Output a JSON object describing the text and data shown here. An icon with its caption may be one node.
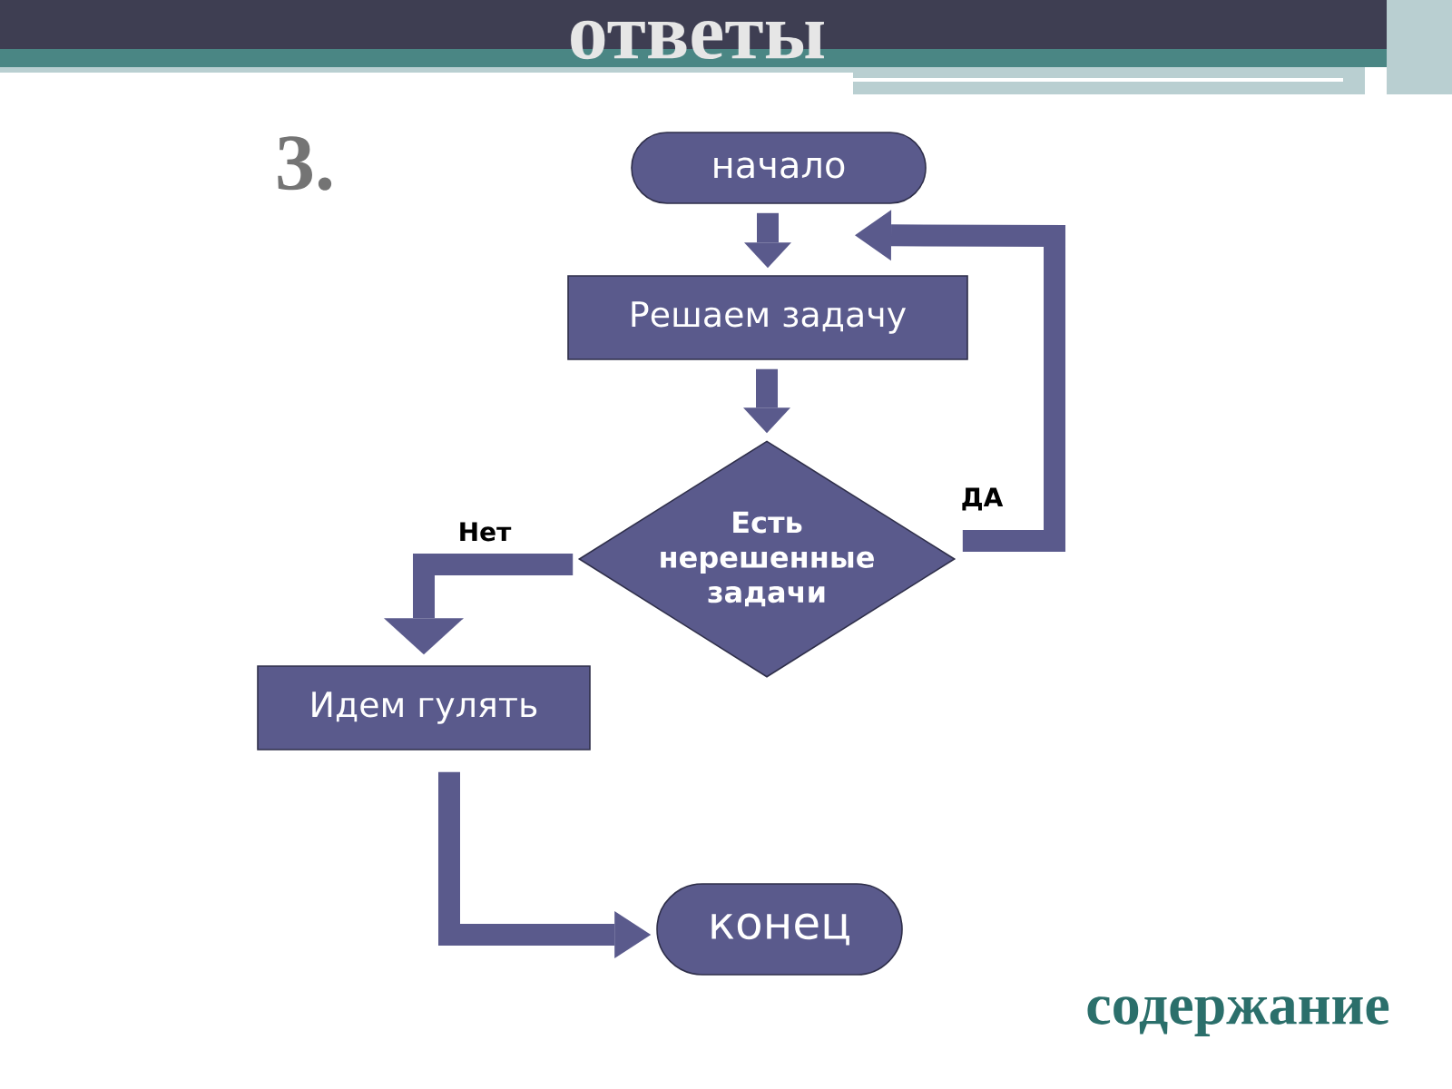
{
  "diagram": {
    "title": "ответы",
    "nodes": [
      {
        "text": [
          "начало"
        ]
      },
      {
        "text": [
          "Решаем задачу"
        ]
      },
      {
        "text": [
          "Есть нерешенные задачи"
        ]
      },
      {
        "text": [
          "Идем гулять"
        ]
      },
      {
        "text": [
          "конец"
        ]
      }
    ],
    "edges": [
      {
        "from": 0,
        "to": 1,
        "arrow": "to"
      },
      {
        "from": 1,
        "to": 2,
        "arrow": "to"
      },
      {
        "from": 2,
        "to": 1,
        "arrow": "to",
        "label": "ДА"
      },
      {
        "from": 2,
        "to": 3,
        "arrow": "to",
        "label": "Нет"
      },
      {
        "from": 3,
        "to": 4,
        "arrow": "to"
      }
    ],
    "labels": [
      "3.",
      "содержание"
    ]
  }
}
